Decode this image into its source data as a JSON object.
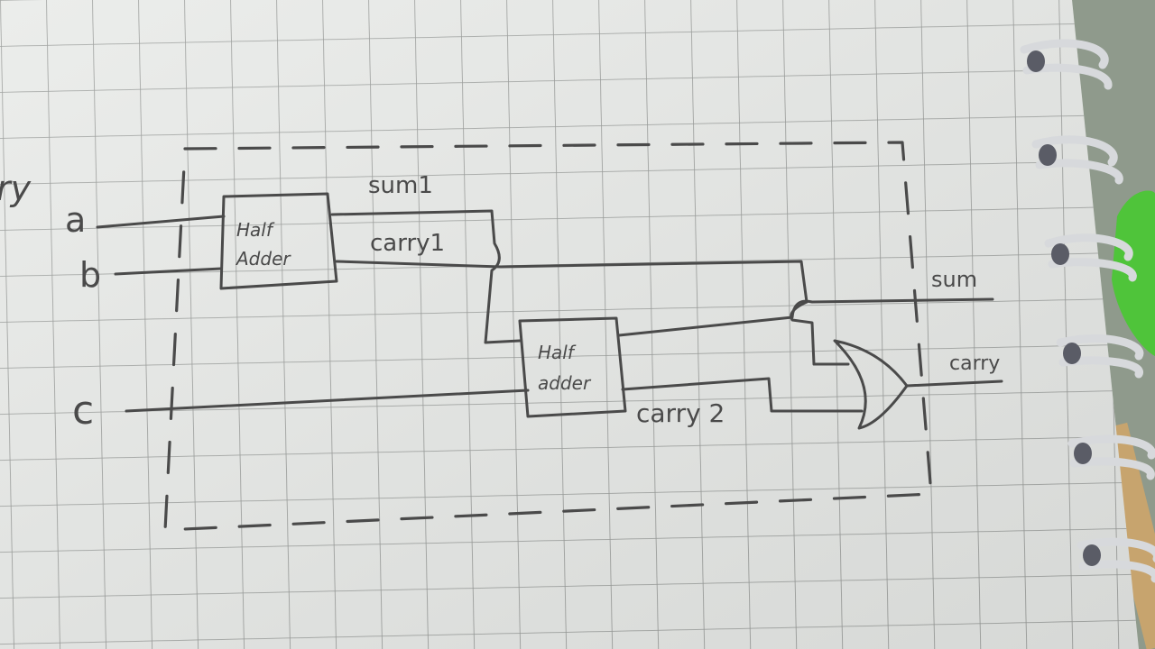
{
  "page": {
    "edge_text": "ry"
  },
  "inputs": {
    "a": "a",
    "b": "b",
    "c": "c"
  },
  "blocks": {
    "half_adder_1": {
      "line1": "Half",
      "line2": "Adder"
    },
    "half_adder_2": {
      "line1": "Half",
      "line2": "adder"
    }
  },
  "wires": {
    "sum1": "sum1",
    "carry1": "carry1",
    "carry2": "carry 2"
  },
  "outputs": {
    "sum": "sum",
    "carry": "carry"
  },
  "colors": {
    "paper": "#e9ebe9",
    "grid": "#7d807e",
    "pencil": "#4a4a4a",
    "spiral": "#d7d9dc",
    "green_object": "#4fc43a",
    "background": "#8f9a8c"
  }
}
